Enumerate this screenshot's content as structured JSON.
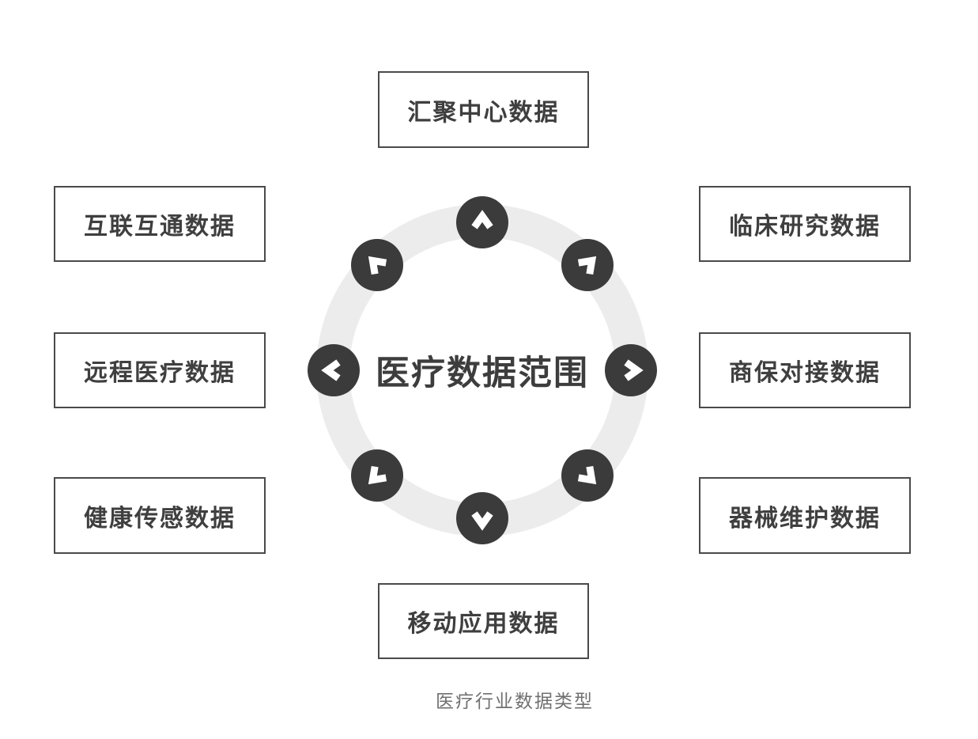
{
  "center": {
    "label": "医疗数据范围"
  },
  "caption": "医疗行业数据类型",
  "boxes": [
    {
      "id": "hub-center",
      "position": "top",
      "label": "汇聚中心数据"
    },
    {
      "id": "interconnect",
      "position": "left-top",
      "label": "互联互通数据"
    },
    {
      "id": "telemedicine",
      "position": "left-middle",
      "label": "远程医疗数据"
    },
    {
      "id": "health-sensing",
      "position": "left-bottom",
      "label": "健康传感数据"
    },
    {
      "id": "clinical-research",
      "position": "right-top",
      "label": "临床研究数据"
    },
    {
      "id": "insurance-link",
      "position": "right-middle",
      "label": "商保对接数据"
    },
    {
      "id": "device-maintenance",
      "position": "right-bottom",
      "label": "器械维护数据"
    },
    {
      "id": "mobile-app",
      "position": "bottom",
      "label": "移动应用数据"
    }
  ],
  "arrows": [
    {
      "direction": "up"
    },
    {
      "direction": "up-right"
    },
    {
      "direction": "right"
    },
    {
      "direction": "down-right"
    },
    {
      "direction": "down"
    },
    {
      "direction": "down-left"
    },
    {
      "direction": "left"
    },
    {
      "direction": "up-left"
    }
  ],
  "colors": {
    "badge": "#3b3b3b",
    "ring": "#ececec",
    "box_border": "#4a4a4a",
    "box_text": "#3f3f3f",
    "center_text": "#3d3d3d",
    "caption_text": "#707070",
    "background": "#ffffff"
  }
}
